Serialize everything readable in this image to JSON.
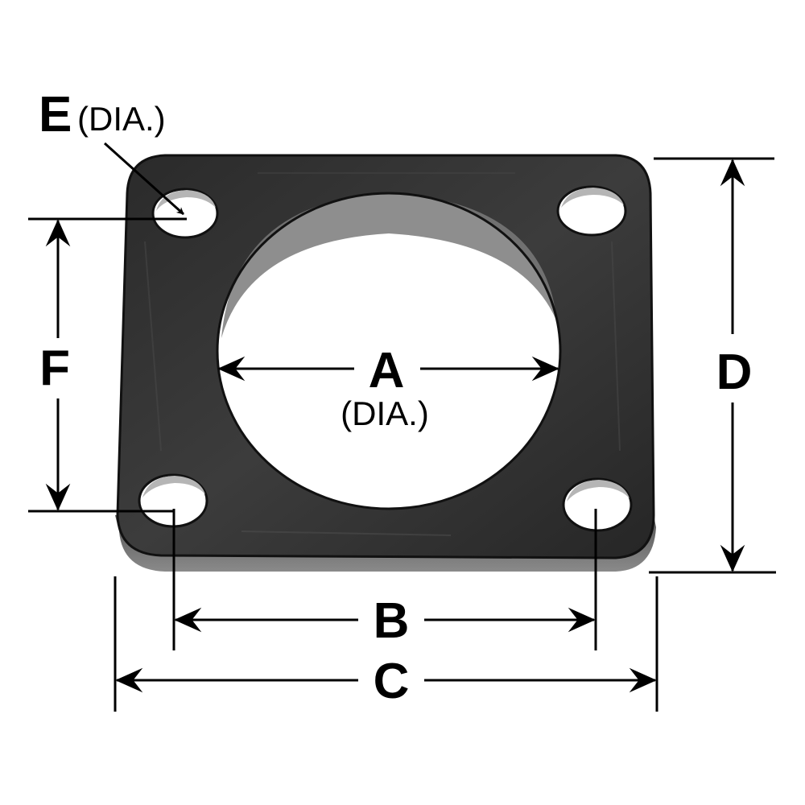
{
  "diagram": {
    "labels": {
      "a": "A",
      "a_note": "(DIA.)",
      "b": "B",
      "c": "C",
      "d": "D",
      "e": "E",
      "e_note": "(DIA.)",
      "f": "F"
    },
    "colors": {
      "flange_dark": "#1a1a1a",
      "flange_mid": "#3a3a3a",
      "flange_edge": "#6e6e6e",
      "hole_rim": "#b8b8b8",
      "background": "#ffffff",
      "line": "#000000"
    }
  }
}
